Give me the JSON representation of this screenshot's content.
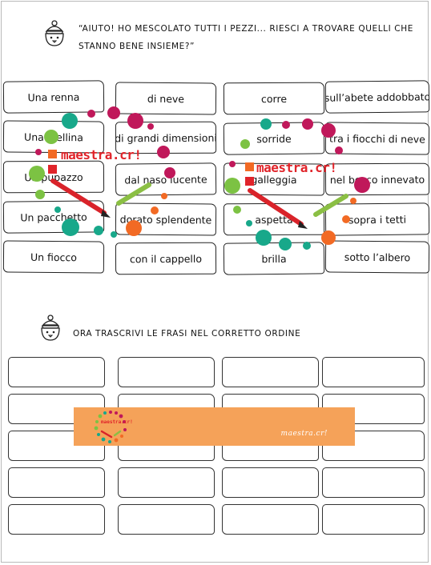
{
  "header": {
    "quote_line1": "“AIUTO! HO MESCOLATO TUTTI I PEZZI... RIESCI A TROVARE QUELLI CHE",
    "quote_line2": "STANNO BENE INSIEME?”"
  },
  "cards": {
    "col1": [
      "Una renna",
      "Una stellina",
      "Un pupazzo",
      "Un pacchetto",
      "Un fiocco"
    ],
    "col2": [
      "di neve",
      "di grandi dimensioni",
      "dal naso lucente",
      "dorato splendente",
      "con il cappello"
    ],
    "col3": [
      "corre",
      "sorride",
      "galleggia",
      "aspetta",
      "brilla"
    ],
    "col4": [
      "sull’abete addobbato",
      "tra i fiocchi di neve",
      "nel bosco innevato",
      "sopra i tetti",
      "sotto l’albero"
    ]
  },
  "instruction": "ORA TRASCRIVI LE FRASI NEL CORRETTO ORDINE",
  "watermark": {
    "text_left": "maestra.cr!",
    "text_right": "maestra.cr!",
    "banner_logo_text": "maestra.cr!",
    "banner_text": "maestra.cr!"
  },
  "colors": {
    "banner": "#f5a259",
    "watermark_red": "#e0242a",
    "dot_teal": "#18a88a",
    "dot_green": "#7cc243",
    "dot_magenta": "#c0185a",
    "dot_orange": "#f26a24"
  },
  "icons": [
    "owl-icon",
    "pencil-icon"
  ]
}
